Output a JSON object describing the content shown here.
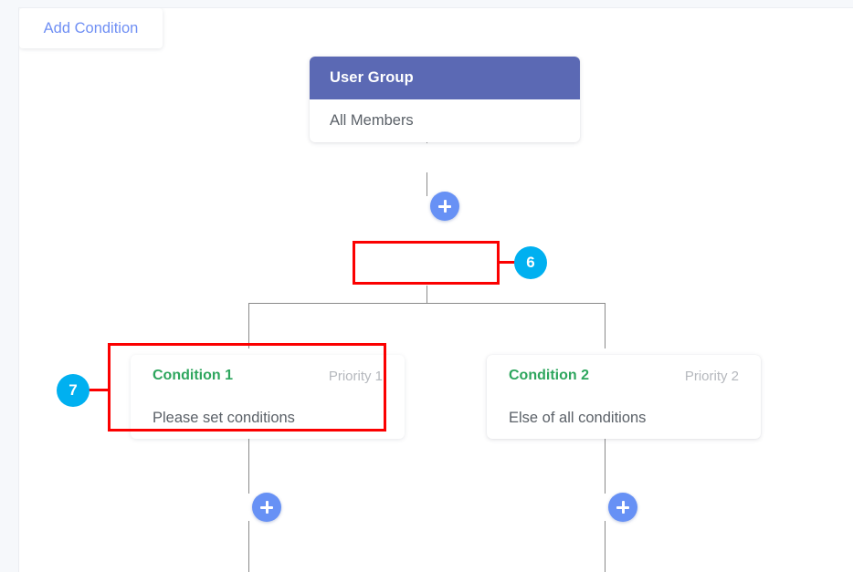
{
  "flow": {
    "user_group_node": {
      "header": "User Group",
      "body": "All Members"
    },
    "add_condition_node": {
      "label": "Add Condition"
    },
    "conditions": [
      {
        "title": "Condition 1",
        "priority": "Priority 1",
        "body": "Please set conditions"
      },
      {
        "title": "Condition 2",
        "priority": "Priority 2",
        "body": "Else of all conditions"
      }
    ],
    "add_buttons": [
      {
        "name": "add-node-after-user-group",
        "icon": "plus-icon"
      },
      {
        "name": "add-node-after-condition-1",
        "icon": "plus-icon"
      },
      {
        "name": "add-node-after-condition-2",
        "icon": "plus-icon"
      }
    ]
  },
  "annotations": {
    "badges": [
      {
        "number": "6",
        "target": "add-condition-node"
      },
      {
        "number": "7",
        "target": "condition-1-node"
      }
    ]
  },
  "colors": {
    "user_group_header": "#5b69b4",
    "link_blue": "#6f8ff4",
    "condition_green": "#2ea65e",
    "priority_gray": "#b5b8bd",
    "plus_button_blue": "#6791f5",
    "annotation_red": "#fb0000",
    "badge_cyan": "#00b0f0",
    "connector_gray": "#8a8a8a",
    "canvas_background": "#f6f8fb",
    "panel_background": "#ffffff"
  }
}
